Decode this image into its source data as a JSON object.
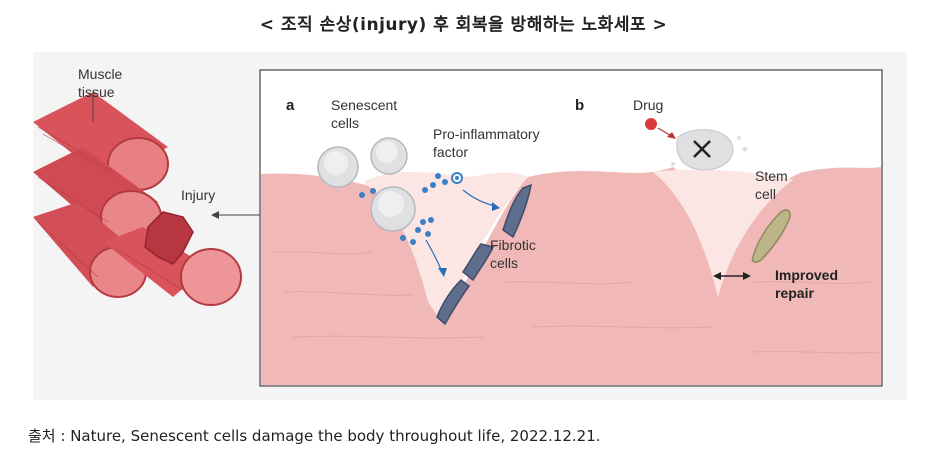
{
  "title": "< 조직 손상(injury) 후 회복을 방해하는 노화세포 >",
  "figure": {
    "left": {
      "muscle_label_1": "Muscle",
      "muscle_label_2": "tissue",
      "injury_label": "Injury"
    },
    "panel_a": {
      "letter": "a",
      "senescent_1": "Senescent",
      "senescent_2": "cells",
      "proinf_1": "Pro-inflammatory",
      "proinf_2": "factor",
      "fibrotic_1": "Fibrotic",
      "fibrotic_2": "cells"
    },
    "panel_b": {
      "letter": "b",
      "drug": "Drug",
      "stem_1": "Stem",
      "stem_2": "cell",
      "repair_1": "Improved",
      "repair_2": "repair"
    }
  },
  "source": "출처 : Nature, Senescent cells damage the body throughout life, 2022.12.21."
}
